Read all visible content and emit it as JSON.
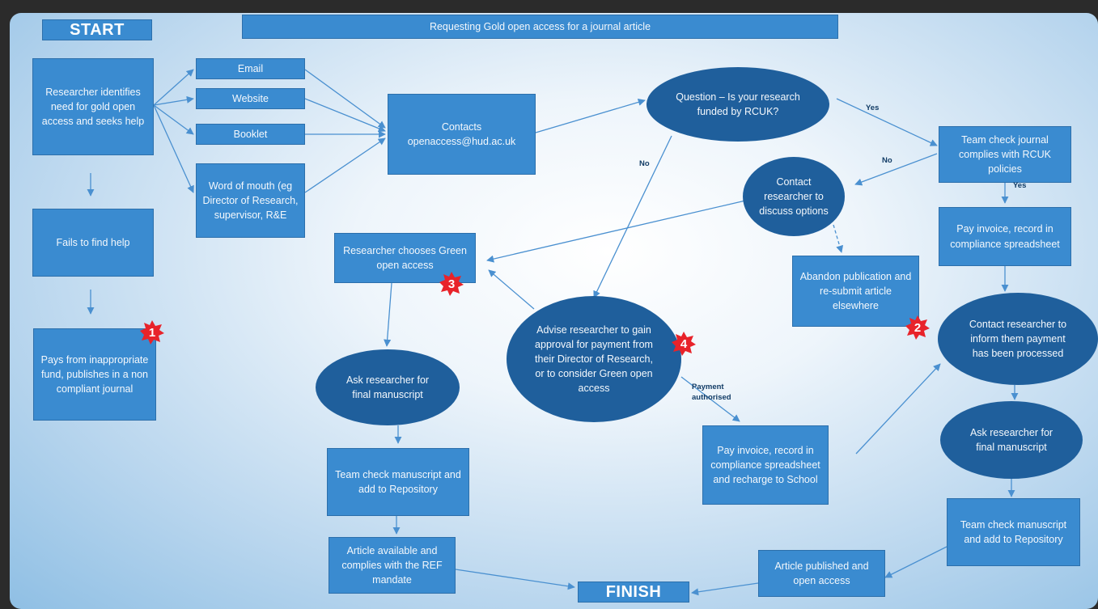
{
  "header": {
    "start": "START",
    "title": "Requesting Gold open access for a journal article",
    "finish": "FINISH"
  },
  "nodes": {
    "researcher_identifies": "Researcher identifies need for gold open access and seeks help",
    "email": "Email",
    "website": "Website",
    "booklet": "Booklet",
    "word_of_mouth": "Word of mouth (eg Director of Research, supervisor, R&E",
    "contacts": "Contacts openaccess@hud.ac.uk",
    "question": "Question – Is your research funded by RCUK?",
    "team_check_journal": "Team check journal complies with RCUK policies",
    "contact_discuss": "Contact researcher to discuss options",
    "pay_invoice_record": "Pay invoice, record in compliance spreadsheet",
    "fails_help": "Fails to find help",
    "pays_inappropriate": "Pays from inappropriate fund, publishes in a non compliant journal",
    "researcher_green": "Researcher chooses Green open access",
    "abandon": "Abandon publication and re-submit article elsewhere",
    "advise": "Advise researcher to gain approval for payment from their Director of Research, or to consider Green open access",
    "contact_inform": "Contact researcher to inform them payment has been processed",
    "ask_final_left": "Ask researcher for final manuscript",
    "ask_final_right": "Ask researcher for final manuscript",
    "team_check_left": "Team check manuscript and add to Repository",
    "pay_invoice_recharge": "Pay invoice, record in compliance spreadsheet and recharge to School",
    "team_check_right": "Team check manuscript and add to Repository",
    "article_ref": "Article available and complies with the REF mandate",
    "article_published": "Article published and open access"
  },
  "edge_labels": {
    "yes1": "Yes",
    "no1": "No",
    "no2": "No",
    "yes2": "Yes",
    "payment": "Payment authorised"
  },
  "badges": [
    "1",
    "2",
    "3",
    "4"
  ],
  "colors": {
    "box": "#3a8bd0",
    "ellipse": "#1f5f9c",
    "badge": "#e8232a",
    "arrow": "#4a90d0"
  }
}
